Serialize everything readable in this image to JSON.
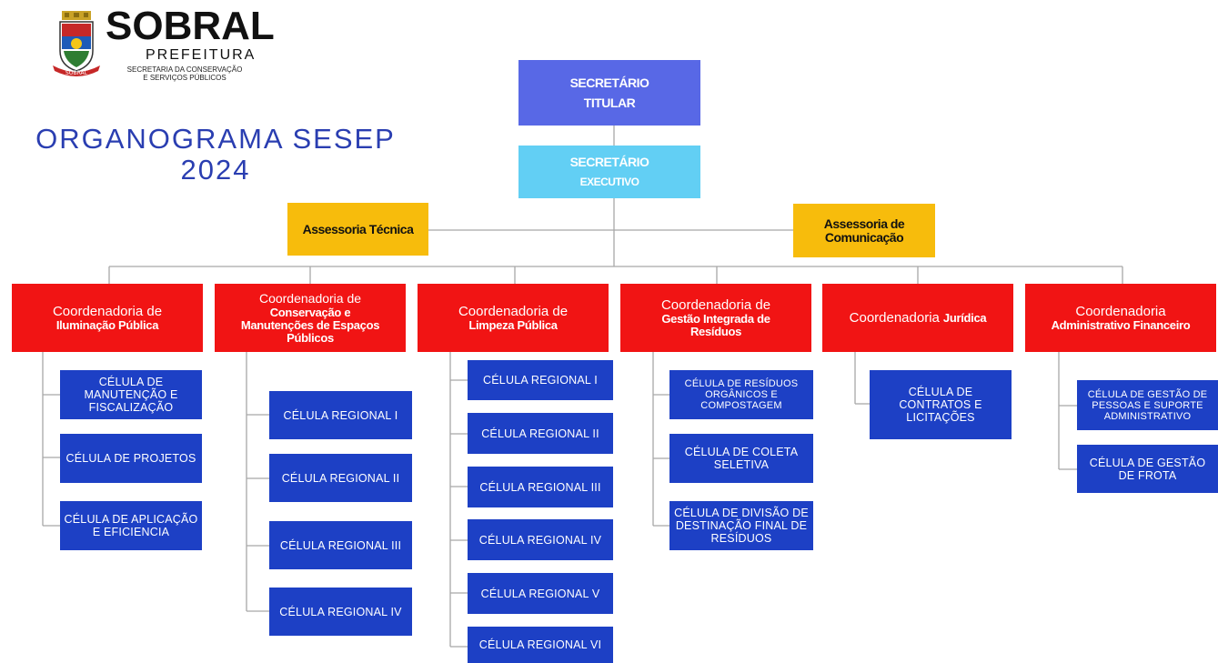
{
  "logo": {
    "name": "SOBRAL",
    "sub1": "PREFEITURA",
    "sub2a": "SECRETARIA DA CONSERVAÇÃO",
    "sub2b": "E SERVIÇOS PÚBLICOS",
    "ribbon": "SOBRAL"
  },
  "title": {
    "line1": "ORGANOGRAMA SESEP",
    "line2": "2024"
  },
  "top": {
    "line1": "SECRETÁRIO",
    "line2": "TITULAR"
  },
  "executive": {
    "line1": "SECRETÁRIO",
    "line2": "EXECUTIVO"
  },
  "advisory": {
    "tecnica": "Assessoria Técnica",
    "comunicacao1": "Assessoria de",
    "comunicacao2": "Comunicação"
  },
  "coordinations": [
    {
      "line1": "Coordenadoria de",
      "bold1": "Iluminação Pública",
      "bold2": ""
    },
    {
      "line1": "Coordenadoria de",
      "bold1": "Conservação e",
      "bold2": "Manutenções de Espaços Públicos"
    },
    {
      "line1": "Coordenadoria de",
      "bold1": "Limpeza Pública",
      "bold2": ""
    },
    {
      "line1": "Coordenadoria de",
      "bold1": "Gestão Integrada de",
      "bold2": "Resíduos"
    },
    {
      "line1": "Coordenadoria",
      "bold1": "Jurídica",
      "bold2": ""
    },
    {
      "line1": "Coordenadoria",
      "bold1": "Administrativo Financeiro",
      "bold2": ""
    }
  ],
  "cells": {
    "iluminacao": [
      "CÉLULA DE MANUTENÇÃO E FISCALIZAÇÃO",
      "CÉLULA DE PROJETOS",
      "CÉLULA DE APLICAÇÃO E EFICIENCIA"
    ],
    "conservacao": [
      "CÉLULA REGIONAL I",
      "CÉLULA REGIONAL II",
      "CÉLULA REGIONAL III",
      "CÉLULA REGIONAL IV"
    ],
    "limpeza": [
      "CÉLULA REGIONAL I",
      "CÉLULA REGIONAL II",
      "CÉLULA REGIONAL III",
      "CÉLULA REGIONAL IV",
      "CÉLULA REGIONAL V",
      "CÉLULA REGIONAL VI"
    ],
    "residuos": [
      "CÉLULA DE RESÍDUOS ORGÂNICOS E COMPOSTAGEM",
      "CÉLULA DE COLETA SELETIVA",
      "CÉLULA DE DIVISÃO DE DESTINAÇÃO FINAL DE RESÍDUOS"
    ],
    "juridica": [
      "CÉLULA DE CONTRATOS E LICITAÇÕES"
    ],
    "administrativo": [
      "CÉLULA DE GESTÃO DE PESSOAS E SUPORTE ADMINISTRATIVO",
      "CÉLULA DE GESTÃO DE FROTA"
    ]
  },
  "colors": {
    "title": "#2a3eb1",
    "top": "#5868e6",
    "executive": "#62cff4",
    "advisory": "#f7bc0c",
    "coordination": "#f11414",
    "cell": "#1d40c5",
    "connector": "#a8a8a8"
  }
}
